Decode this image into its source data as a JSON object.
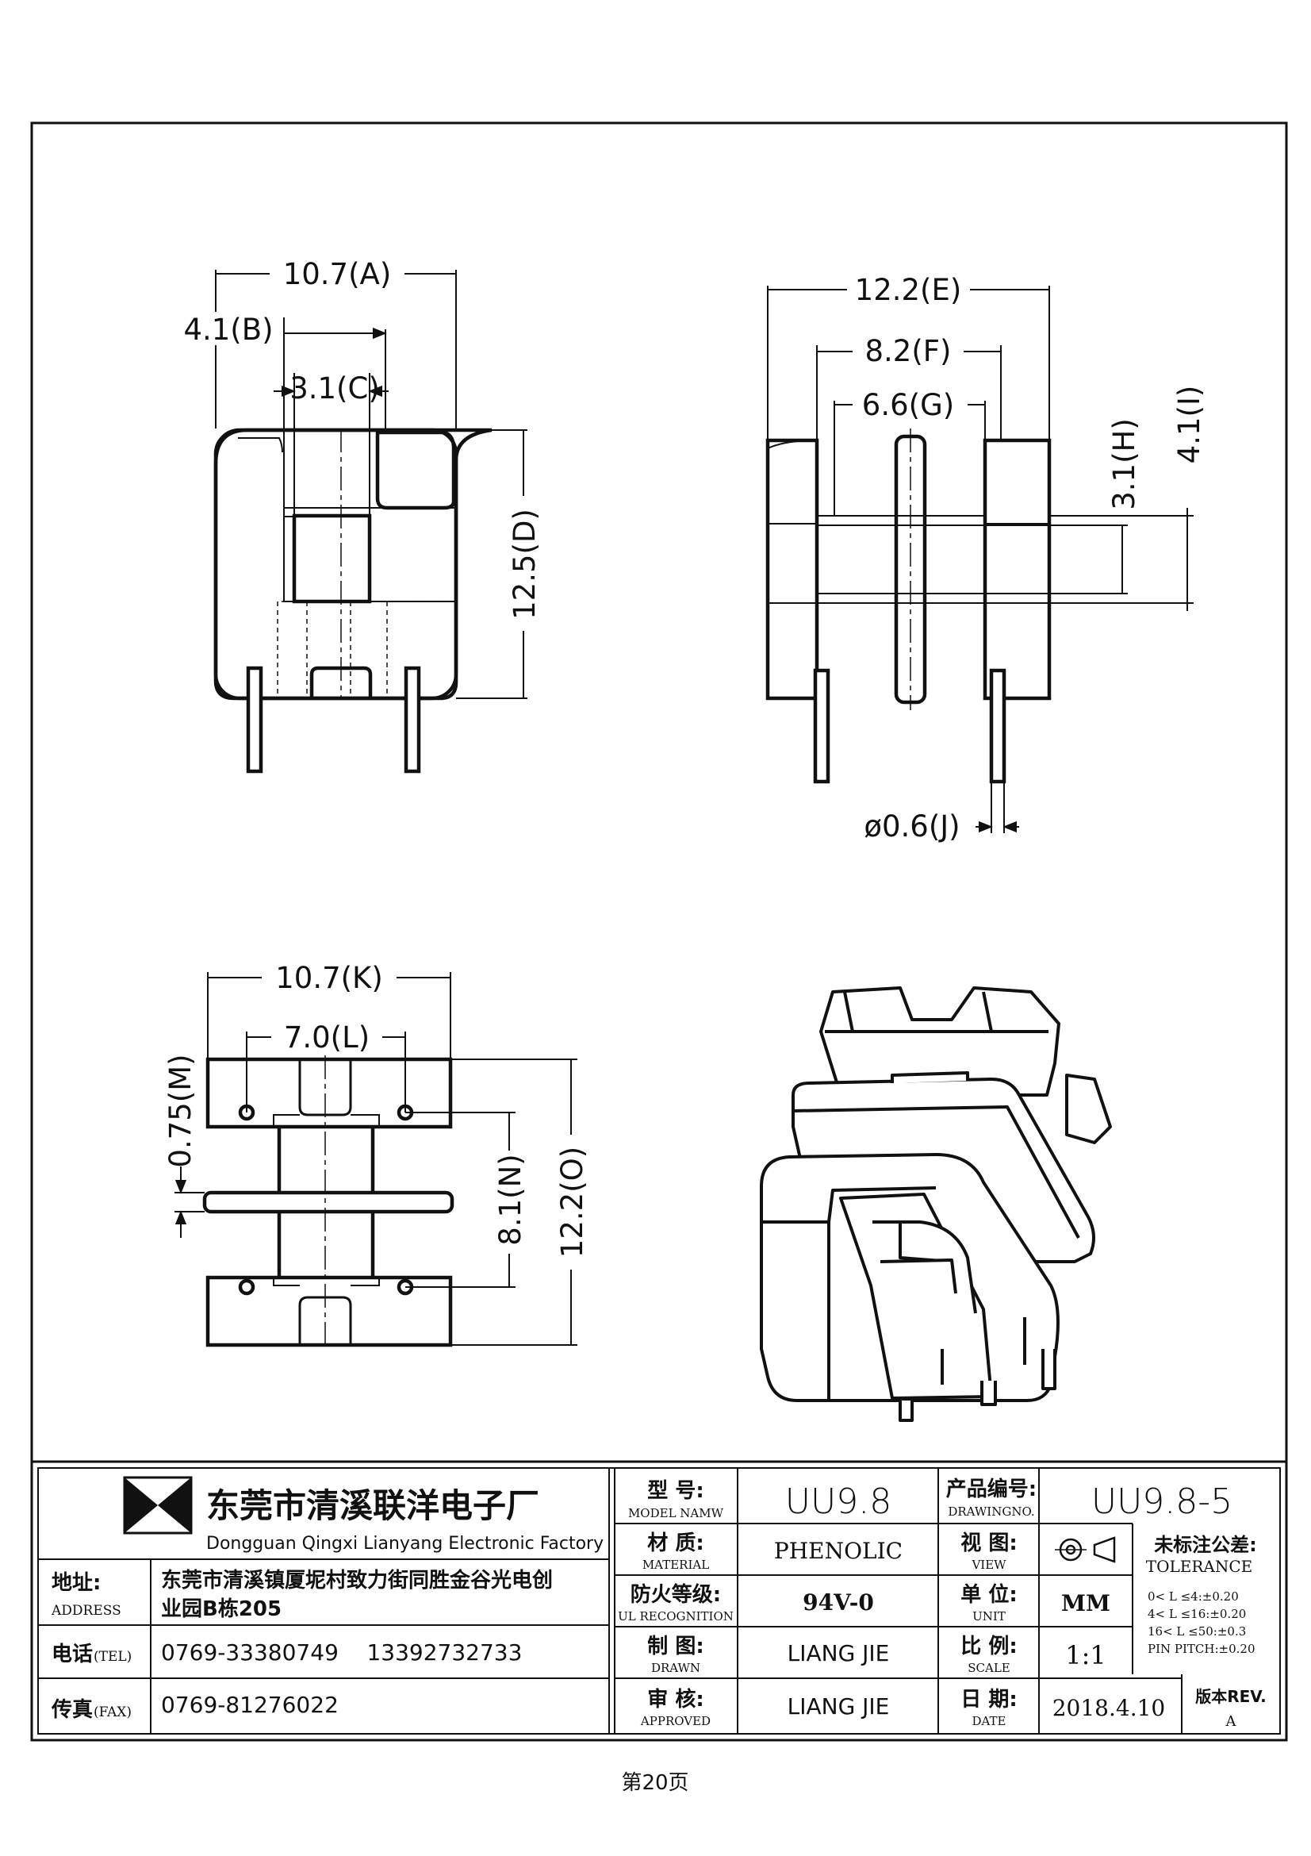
{
  "dimensions": {
    "A": "10.7(A)",
    "B": "4.1(B)",
    "C": "3.1(C)",
    "D": "12.5(D)",
    "E": "12.2(E)",
    "F": "8.2(F)",
    "G": "6.6(G)",
    "H": "3.1(H)",
    "I": "4.1(I)",
    "J": "ø0.6(J)",
    "K": "10.7(K)",
    "L": "7.0(L)",
    "M": "0.75(M)",
    "N": "8.1(N)",
    "O": "12.2(O)"
  },
  "company": {
    "name_cn": "东莞市清溪联洋电子厂",
    "name_en": "Dongguan Qingxi Lianyang Electronic Factory"
  },
  "contact": {
    "address_label_cn": "地址:",
    "address_label_en": "ADDRESS",
    "address_line1": "东莞市清溪镇厦坭村致力街同胜金谷光电创",
    "address_line2": "业园B栋205",
    "tel_label_cn": "电话",
    "tel_label_en": "(TEL)",
    "tel_value": "0769-33380749    13392732733",
    "fax_label_cn": "传真",
    "fax_label_en": "(FAX)",
    "fax_value": "0769-81276022"
  },
  "title_block": {
    "model_label_cn": "型  号:",
    "model_label_en": "MODEL NAMW",
    "model_value": "UU9.8",
    "material_label_cn": "材  质:",
    "material_label_en": "MATERIAL",
    "material_value": "PHENOLIC",
    "ul_label_cn": "防火等级:",
    "ul_label_en": "UL RECOGNITION",
    "ul_value": "94V-0",
    "drawn_label_cn": "制  图:",
    "drawn_label_en": "DRAWN",
    "drawn_value": "LIANG JIE",
    "approved_label_cn": "审  核:",
    "approved_label_en": "APPROVED",
    "approved_value": "LIANG JIE",
    "drawing_no_label_cn": "产品编号:",
    "drawing_no_label_en": "DRAWINGNO.",
    "drawing_no_value": "UU9.8-5",
    "view_label_cn": "视  图:",
    "view_label_en": "VIEW",
    "unit_label_cn": "单  位:",
    "unit_label_en": "UNIT",
    "unit_value": "MM",
    "scale_label_cn": "比  例:",
    "scale_label_en": "SCALE",
    "scale_value": "1:1",
    "date_label_cn": "日  期:",
    "date_label_en": "DATE",
    "date_value": "2018.4.10",
    "tolerance_title_cn": "未标注公差:",
    "tolerance_title_en": "TOLERANCE",
    "tolerance_lines": [
      "0< L ≤4:±0.20",
      "4< L ≤16:±0.20",
      "16< L ≤50:±0.3",
      "PIN PITCH:±0.20"
    ],
    "rev_label": "版本REV.",
    "rev_value": "A"
  },
  "page_number": "第20页"
}
